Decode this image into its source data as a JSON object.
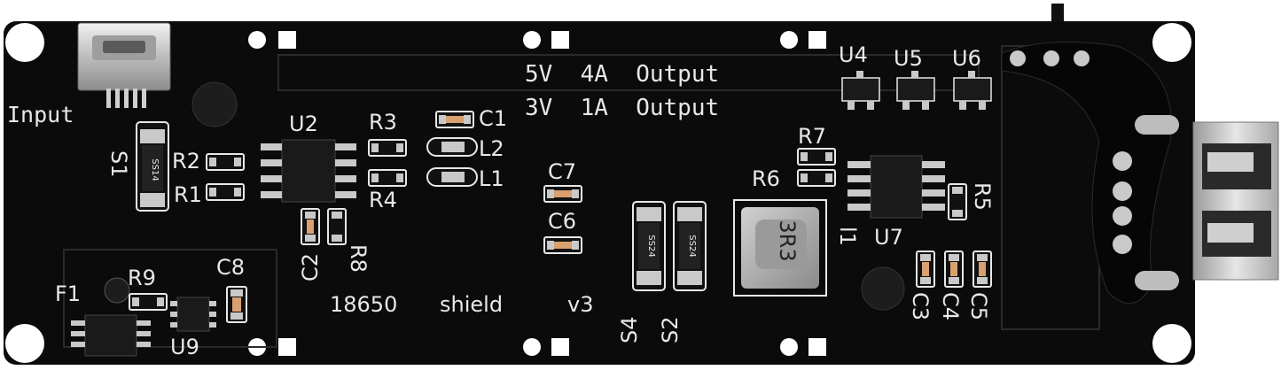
{
  "board": {
    "output_line_1": "5V  4A  Output",
    "output_line_2": "3V  1A  Output",
    "input_label": "Input",
    "shield_label": "18650",
    "shield_word": "shield",
    "version": "v3"
  },
  "designators": {
    "U2": "U2",
    "U4": "U4",
    "U5": "U5",
    "U6": "U6",
    "U7": "U7",
    "U9": "U9",
    "R1": "R1",
    "R2": "R2",
    "R3": "R3",
    "R4": "R4",
    "R5": "R5",
    "R6": "R6",
    "R7": "R7",
    "R8": "R8",
    "R9": "R9",
    "C1": "C1",
    "C2": "C2",
    "C3": "C3",
    "C4": "C4",
    "C5": "C5",
    "C6": "C6",
    "C7": "C7",
    "C8": "C8",
    "L1": "L1",
    "L2": "L2",
    "l1": "l1",
    "S1": "S1",
    "S2": "S2",
    "S4": "S4",
    "F1": "F1"
  },
  "markings": {
    "inductor_value": "3R3",
    "s1_code": "SS14",
    "s4_code": "SS24",
    "s2_code": "SS24"
  },
  "colors": {
    "pcb": "#0b0b0b",
    "silkscreen": "#e8e8e8",
    "pad": "#c9c9c9",
    "copper": "#d9a070"
  }
}
